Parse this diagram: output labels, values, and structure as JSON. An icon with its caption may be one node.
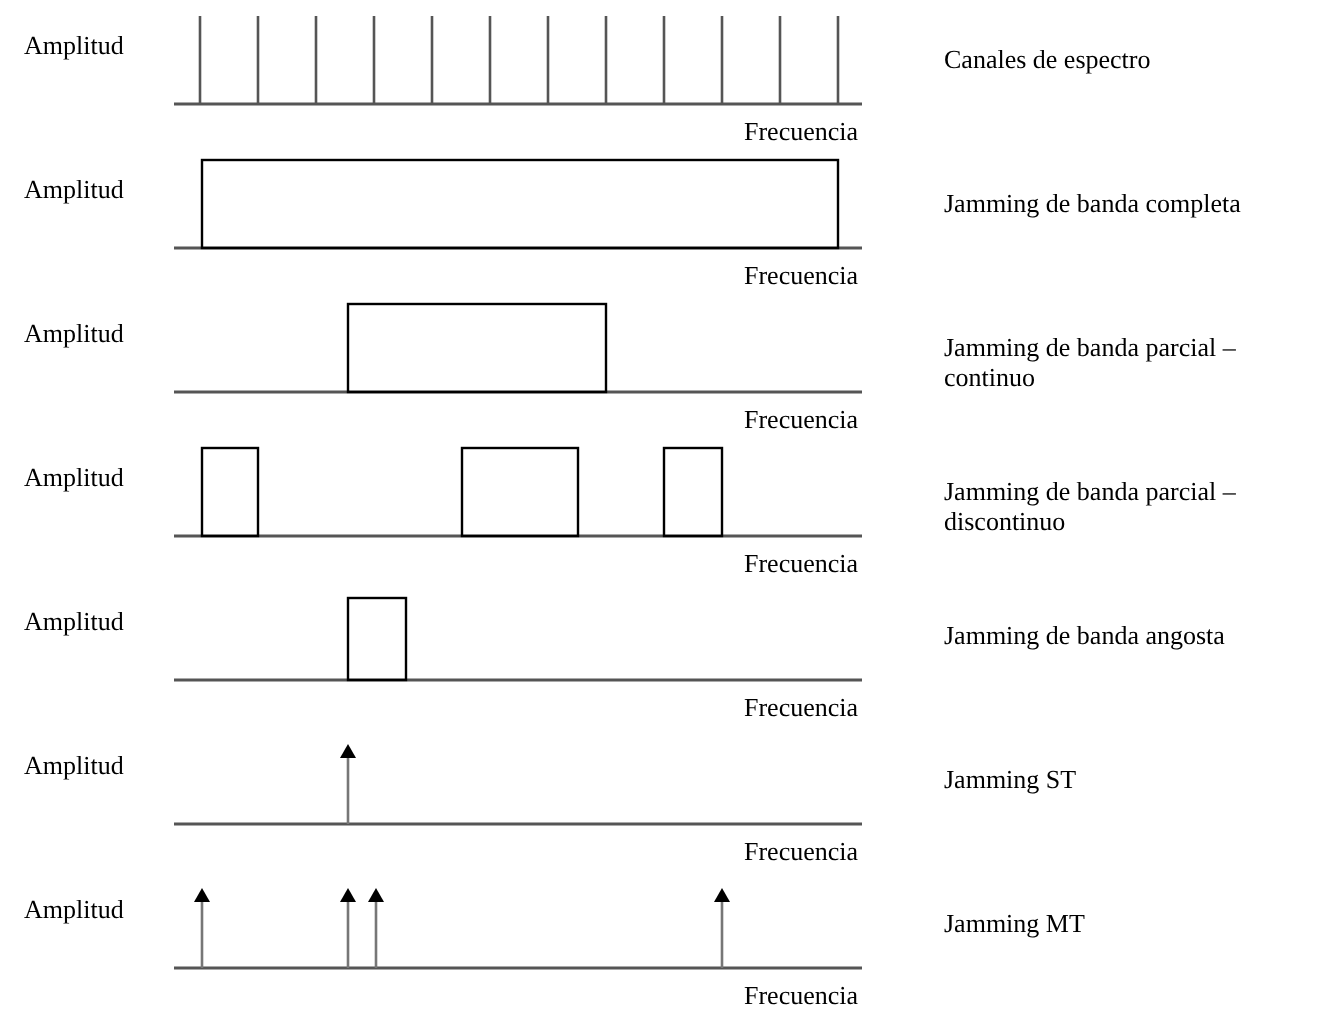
{
  "diagram": {
    "labels": [
      "Amplitud",
      "Canales de espectro",
      "Frecuencia",
      "Amplitud",
      "Jamming de banda completa",
      "Frecuencia",
      "Amplitud",
      "Jamming de banda parcial – continuo",
      "Frecuencia",
      "Amplitud",
      "Jamming de banda parcial – discontinuo",
      "Frecuencia",
      "Amplitud",
      "Jamming de banda angosta",
      "Frecuencia",
      "Amplitud",
      "Jamming ST",
      "Frecuencia",
      "Amplitud",
      "Jamming MT",
      "Frecuencia"
    ]
  }
}
